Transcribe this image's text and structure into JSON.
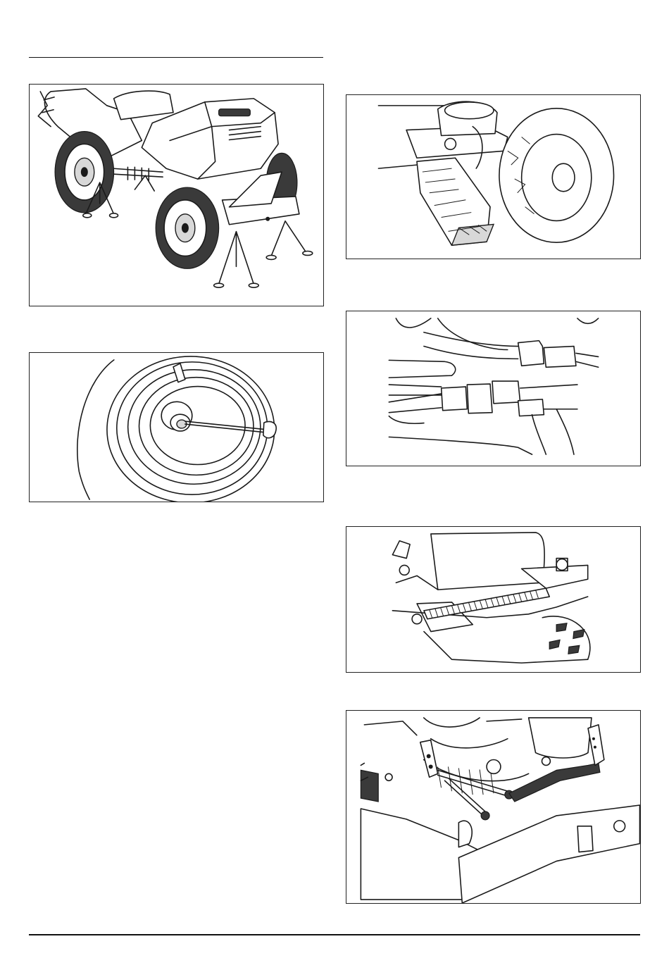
{
  "page": {
    "figures": [
      {
        "id": "fig-tractor-on-stands",
        "icon": "tractor-on-jack-stands"
      },
      {
        "id": "fig-wheel-hub-removal",
        "icon": "wheel-hub-with-screwdriver"
      },
      {
        "id": "fig-wood-block-support",
        "icon": "axle-supported-on-wood-blocks"
      },
      {
        "id": "fig-hydraulic-hose-couplings",
        "icon": "hydraulic-hose-couplings"
      },
      {
        "id": "fig-tension-spring",
        "icon": "tension-spring"
      },
      {
        "id": "fig-linkage-rod",
        "icon": "transmission-linkage-rod"
      }
    ]
  }
}
